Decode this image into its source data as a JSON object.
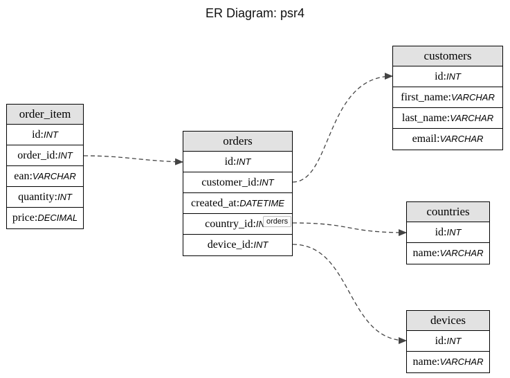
{
  "title": "ER Diagram: psr4",
  "entities": {
    "order_item": {
      "name": "order_item",
      "fields": [
        {
          "name": "id",
          "type": "INT"
        },
        {
          "name": "order_id",
          "type": "INT"
        },
        {
          "name": "ean",
          "type": "VARCHAR"
        },
        {
          "name": "quantity",
          "type": "INT"
        },
        {
          "name": "price",
          "type": "DECIMAL"
        }
      ]
    },
    "orders": {
      "name": "orders",
      "fields": [
        {
          "name": "id",
          "type": "INT"
        },
        {
          "name": "customer_id",
          "type": "INT"
        },
        {
          "name": "created_at",
          "type": "DATETIME"
        },
        {
          "name": "country_id",
          "type": "INT"
        },
        {
          "name": "device_id",
          "type": "INT"
        }
      ]
    },
    "customers": {
      "name": "customers",
      "fields": [
        {
          "name": "id",
          "type": "INT"
        },
        {
          "name": "first_name",
          "type": "VARCHAR"
        },
        {
          "name": "last_name",
          "type": "VARCHAR"
        },
        {
          "name": "email",
          "type": "VARCHAR"
        }
      ]
    },
    "countries": {
      "name": "countries",
      "fields": [
        {
          "name": "id",
          "type": "INT"
        },
        {
          "name": "name",
          "type": "VARCHAR"
        }
      ]
    },
    "devices": {
      "name": "devices",
      "fields": [
        {
          "name": "id",
          "type": "INT"
        },
        {
          "name": "name",
          "type": "VARCHAR"
        }
      ]
    }
  },
  "relations": [
    {
      "from": "order_item.order_id",
      "to": "orders.id"
    },
    {
      "from": "orders.customer_id",
      "to": "customers.id"
    },
    {
      "from": "orders.country_id",
      "to": "countries.id"
    },
    {
      "from": "orders.device_id",
      "to": "devices.id"
    }
  ],
  "tooltip": {
    "text": "orders"
  }
}
